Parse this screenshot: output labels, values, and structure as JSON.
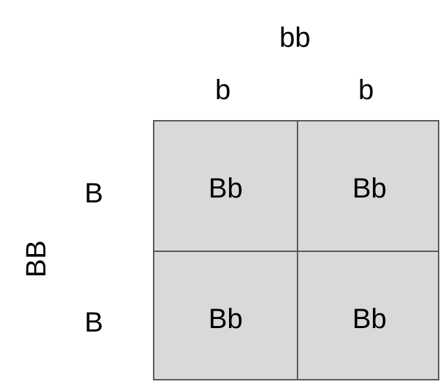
{
  "title": "",
  "top_parent": "bb",
  "top_alleles": [
    "b",
    "b"
  ],
  "left_parent": "BB",
  "left_alleles": [
    "B",
    "B"
  ],
  "cells": [
    [
      "Bb",
      "Bb"
    ],
    [
      "Bb",
      "Bb"
    ]
  ],
  "colors": {
    "cell_fill": "#d9d9d9",
    "grid_line": "#555555",
    "text": "#000000"
  }
}
